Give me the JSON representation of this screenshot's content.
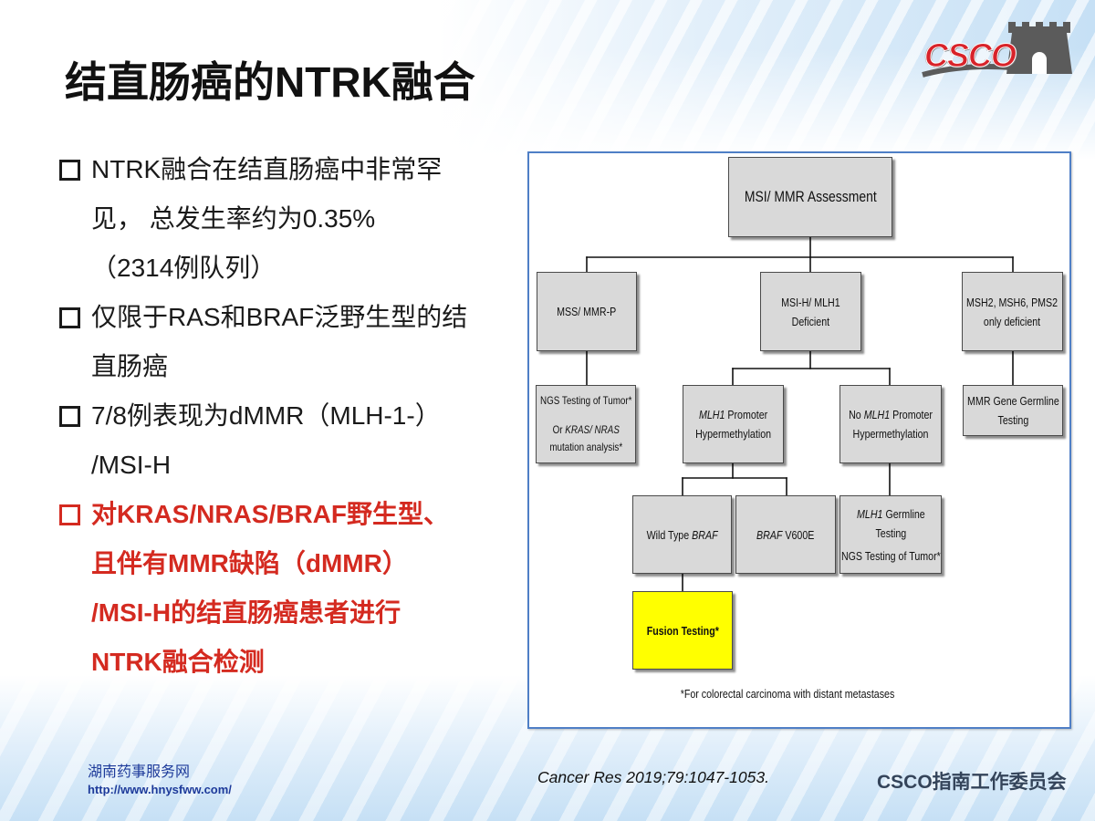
{
  "slide": {
    "title": "结直肠癌的NTRK融合",
    "logo_text": "CSCO",
    "bullets": [
      {
        "lines": [
          "NTRK融合在结直肠癌中非常罕",
          "见， 总发生率约为0.35%",
          "（2314例队列）"
        ]
      },
      {
        "lines": [
          "仅限于RAS和BRAF泛野生型的结",
          "直肠癌"
        ]
      },
      {
        "lines": [
          "7/8例表现为dMMR（MLH-1-）",
          "/MSI-H"
        ]
      },
      {
        "lines": [
          "对KRAS/NRAS/BRAF野生型、",
          "且伴有MMR缺陷（dMMR）",
          "/MSI-H的结直肠癌患者进行",
          "NTRK融合检测"
        ]
      }
    ],
    "citation": "Cancer Res 2019;79:1047-1053.",
    "watermark": {
      "name": "湖南药事服务网",
      "url": "http://www.hnysfww.com/"
    },
    "footer_org": "CSCO指南工作委员会"
  },
  "diagram": {
    "nodes": {
      "assessment": {
        "text": "MSI/ MMR Assessment"
      },
      "mss": {
        "text": "MSS/ MMR-P"
      },
      "msi_h": {
        "lines": [
          "MSI-H/ MLH1",
          "Deficient"
        ]
      },
      "msh_only": {
        "lines": [
          "MSH2, MSH6, PMS2",
          "only deficient"
        ]
      },
      "ngs_or_mutation": {
        "line1": "NGS Testing of Tumor*",
        "line2_plain": "Or",
        "line2_italic": "KRAS/ NRAS",
        "line3": "mutation analysis*"
      },
      "mlh1_promoter": {
        "gene": "MLH1",
        "line1_rest": "Promoter",
        "line2": "Hypermethylation"
      },
      "no_mlh1_promoter": {
        "prefix": "No",
        "gene": "MLH1",
        "line1_rest": "Promoter",
        "line2": "Hypermethylation"
      },
      "mmr_germline": {
        "lines": [
          "MMR Gene Germline",
          "Testing"
        ]
      },
      "wild_type_braf": {
        "plain": "Wild Type",
        "gene": "BRAF"
      },
      "braf_v600e": {
        "gene": "BRAF",
        "plain": "V600E"
      },
      "mlh1_germline": {
        "gene": "MLH1",
        "line1_rest": "Germline",
        "line2": "Testing",
        "line3": "NGS Testing of Tumor*"
      },
      "fusion": {
        "text": "Fusion Testing*"
      }
    },
    "footnote": "*For colorectal carcinoma with distant metastases"
  },
  "icons": {
    "bullet_marker": "hollow-square-icon",
    "logo_graphic": "great-wall-icon"
  },
  "colors": {
    "title_text": "#111111",
    "body_text": "#1a1a1a",
    "emphasis_red": "#d42a20",
    "logo_red": "#d8232a",
    "logo_gray": "#5b5b5b",
    "frame_blue": "#4f7fc6",
    "node_fill": "#d9d9d9",
    "fusion_fill": "#ffff00",
    "watermark_blue": "#1d3a9a",
    "footer_gray": "#34445a",
    "background_blue": "#c6e0f5"
  }
}
